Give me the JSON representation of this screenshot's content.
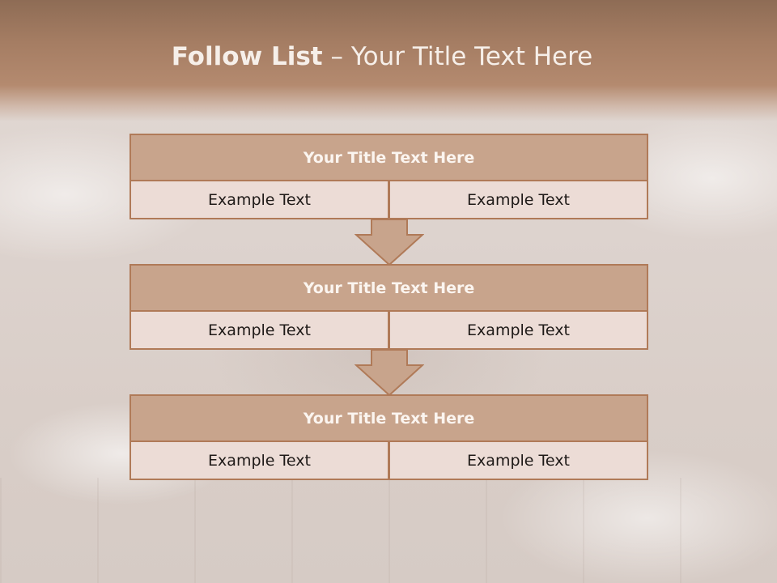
{
  "slide": {
    "title_bold": "Follow List",
    "title_rest": " – Your Title Text Here"
  },
  "blocks": [
    {
      "title": "Your Title Text Here",
      "left": "Example Text",
      "right": "Example Text"
    },
    {
      "title": "Your Title Text Here",
      "left": "Example Text",
      "right": "Example Text"
    },
    {
      "title": "Your Title Text Here",
      "left": "Example Text",
      "right": "Example Text"
    }
  ],
  "colors": {
    "header": "#a57d63",
    "block_title_fill": "#c8a48c",
    "block_border": "#b07a58",
    "cell_fill": "#ecdcd6"
  },
  "icons": [
    "down-arrow-icon",
    "down-arrow-icon"
  ]
}
